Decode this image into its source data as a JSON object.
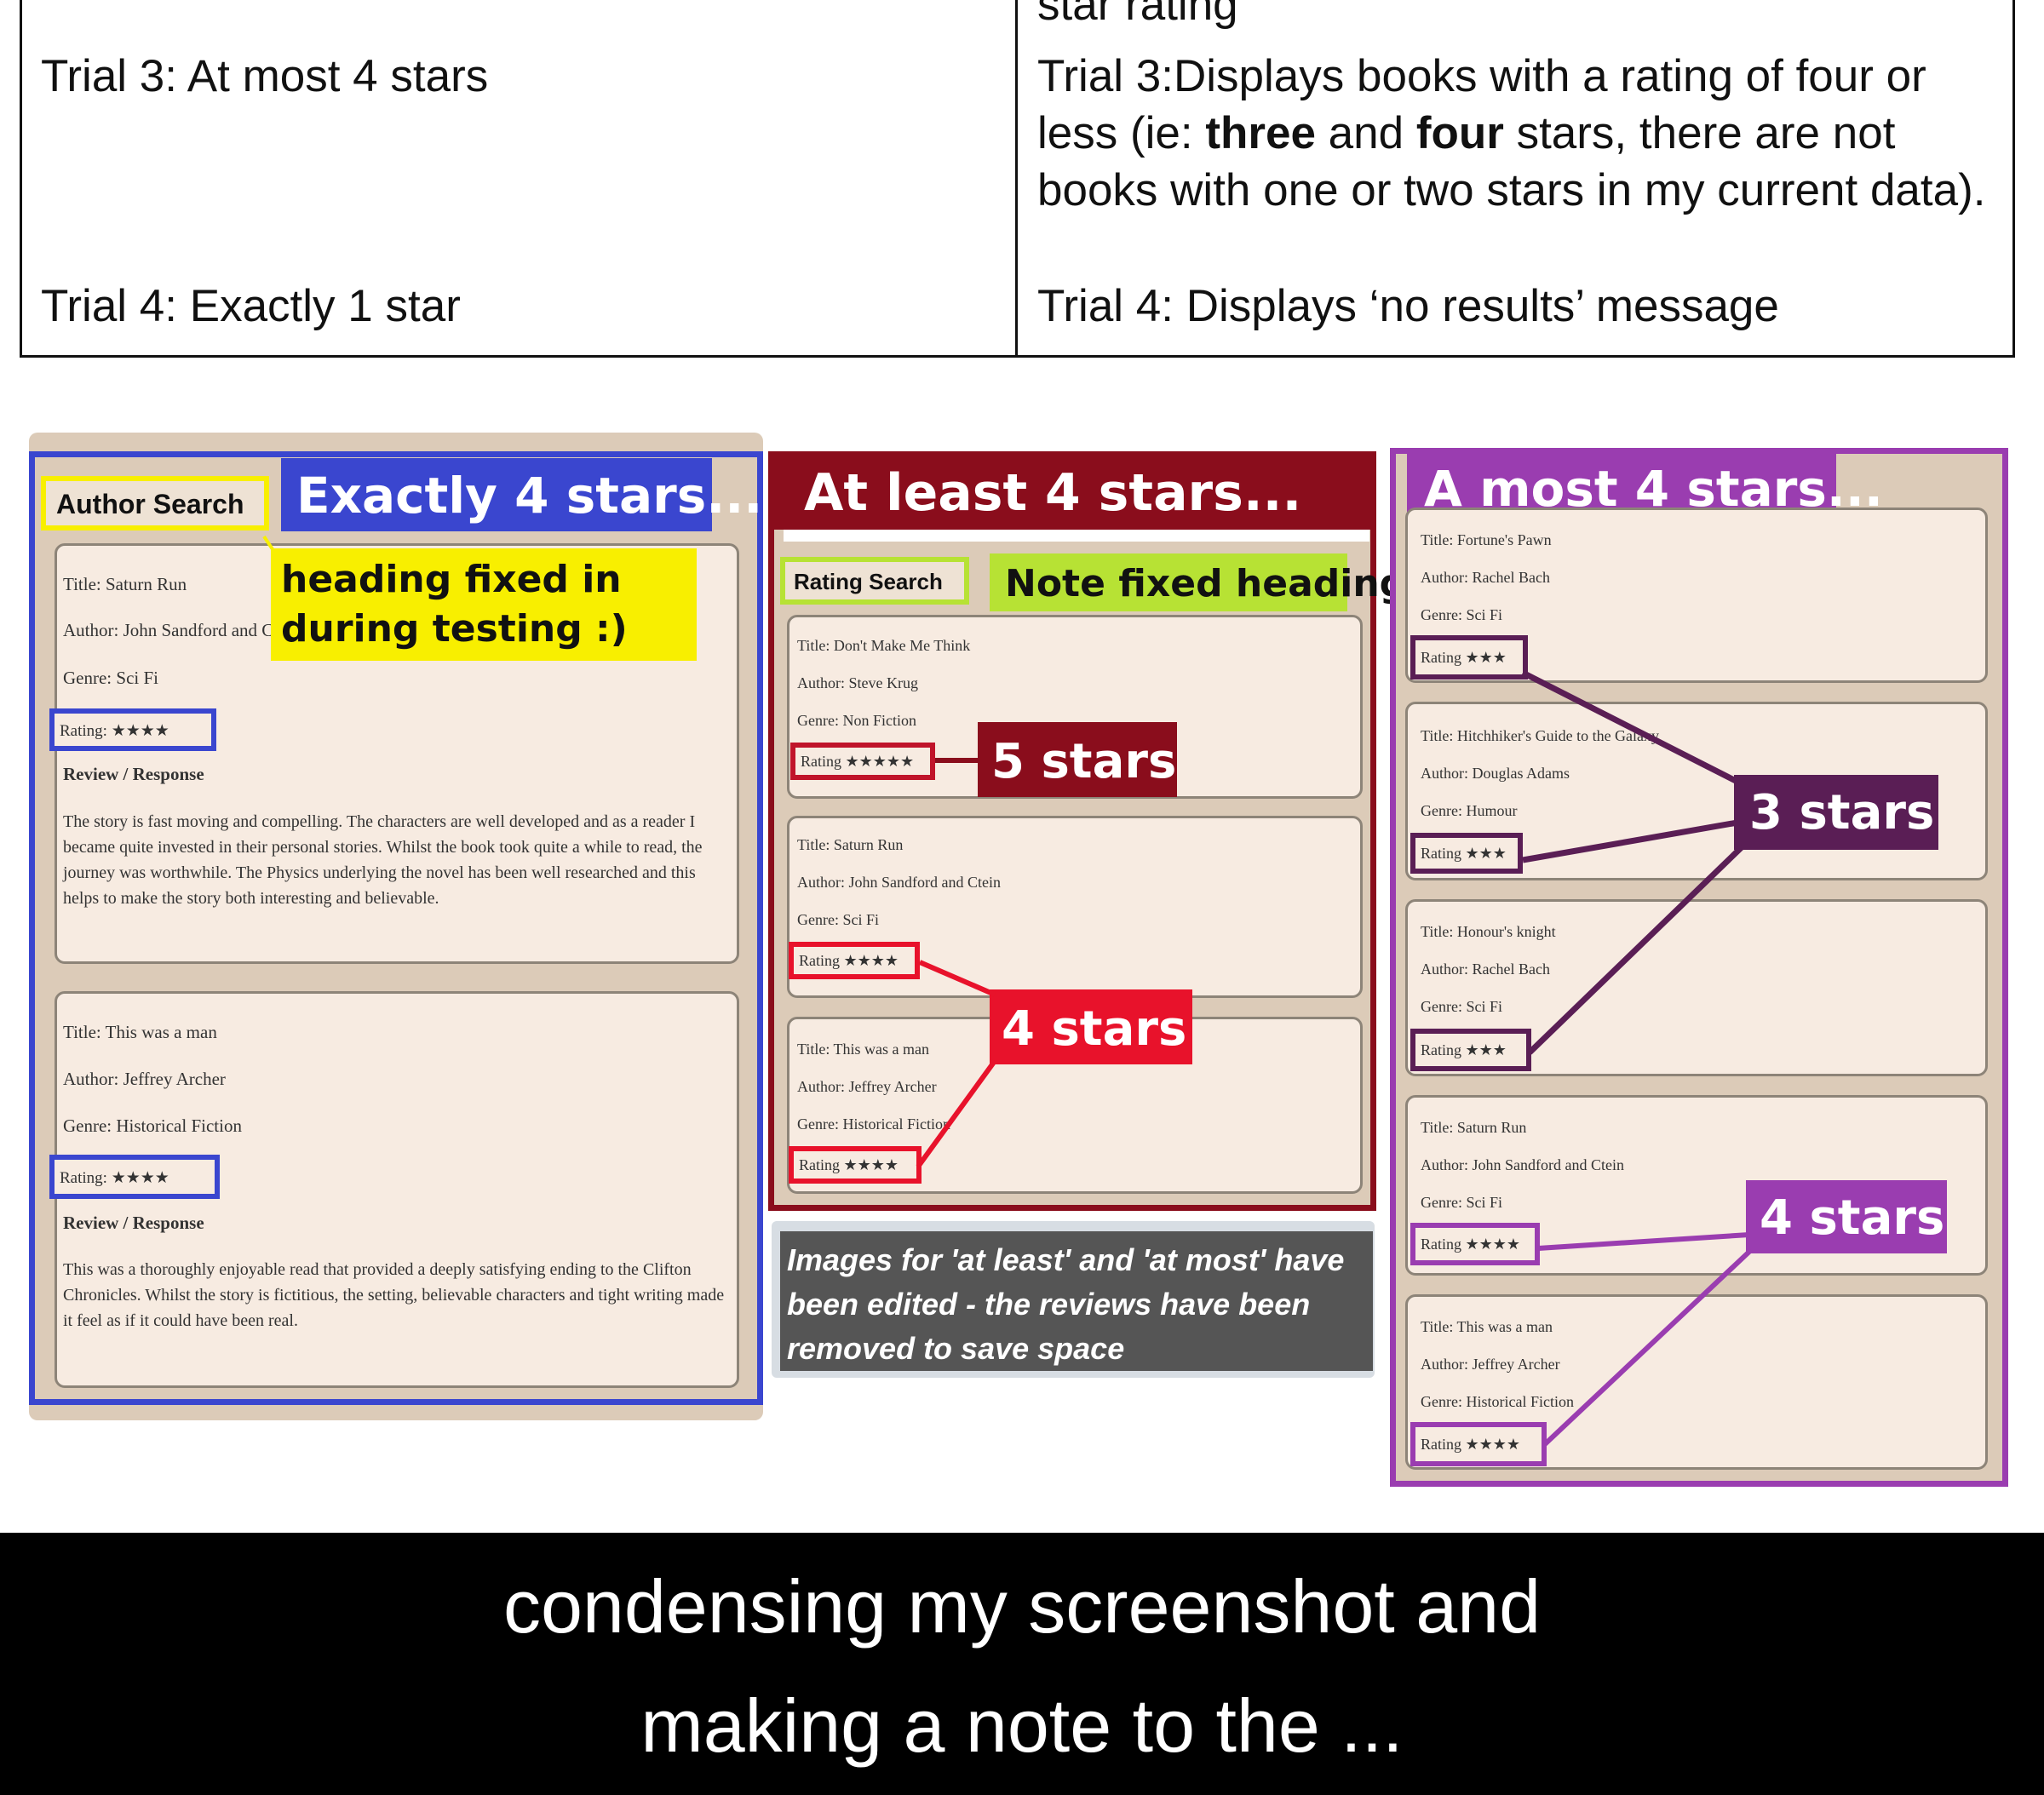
{
  "table": {
    "right_top_line": "star rating",
    "trial3_left": "Trial 3: At most 4 stars",
    "trial3_right_parts": [
      "Trial 3:Displays books with a rating of four or less (ie: ",
      "three",
      " and ",
      "four",
      " stars, there are not books with one or two stars in my current data)."
    ],
    "trial4_left": "Trial 4: Exactly 1 star",
    "trial4_right": "Trial 4: Displays ‘no results’ message"
  },
  "panel1": {
    "search_heading": "Author Search",
    "banner": "Exactly 4 stars...",
    "note": "heading fixed in during testing :)",
    "cards": [
      {
        "title": "Title: Saturn Run",
        "author": "Author: John Sandford and Ctein",
        "genre": "Genre: Sci Fi",
        "rating": "Rating: ★★★★",
        "review_label": "Review / Response",
        "review": "The story is fast moving and compelling. The characters are well developed and as a reader I became quite invested in their personal stories. Whilst the book took quite a while to read, the journey was worthwhile. The Physics underlying the novel has been well researched and this helps to make the story both interesting and believable."
      },
      {
        "title": "Title: This was a man",
        "author": "Author: Jeffrey Archer",
        "genre": "Genre: Historical Fiction",
        "rating": "Rating: ★★★★",
        "review_label": "Review / Response",
        "review": "This was a thoroughly enjoyable read that provided a deeply satisfying ending to the Clifton Chronicles. Whilst the story is fictitious, the setting, believable characters and tight writing made it feel as if it could have been real."
      }
    ]
  },
  "panel2": {
    "banner": "At least 4 stars...",
    "search_heading": "Rating Search",
    "note": "Note fixed heading",
    "label_5": "5 stars",
    "label_4": "4 stars",
    "cards": [
      {
        "title": "Title: Don't Make Me Think",
        "author": "Author: Steve Krug",
        "genre": "Genre: Non Fiction",
        "rating": "Rating ★★★★★"
      },
      {
        "title": "Title: Saturn Run",
        "author": "Author: John Sandford and Ctein",
        "genre": "Genre: Sci Fi",
        "rating": "Rating ★★★★"
      },
      {
        "title": "Title: This was a man",
        "author": "Author: Jeffrey Archer",
        "genre": "Genre: Historical Fiction",
        "rating": "Rating ★★★★"
      }
    ],
    "edit_note": "Images for 'at least' and 'at most' have been edited - the reviews have been removed to save space"
  },
  "panel3": {
    "banner": "A most 4 stars...",
    "label_3": "3 stars",
    "label_4": "4 stars",
    "cards": [
      {
        "title": "Title: Fortune's Pawn",
        "author": "Author: Rachel Bach",
        "genre": "Genre: Sci Fi",
        "rating": "Rating ★★★"
      },
      {
        "title": "Title: Hitchhiker's Guide to the Galaxy",
        "author": "Author: Douglas Adams",
        "genre": "Genre: Humour",
        "rating": "Rating ★★★"
      },
      {
        "title": "Title: Honour's knight",
        "author": "Author: Rachel Bach",
        "genre": "Genre: Sci Fi",
        "rating": "Rating ★★★"
      },
      {
        "title": "Title: Saturn Run",
        "author": "Author: John Sandford and Ctein",
        "genre": "Genre: Sci Fi",
        "rating": "Rating ★★★★"
      },
      {
        "title": "Title: This was a man",
        "author": "Author: Jeffrey Archer",
        "genre": "Genre: Historical Fiction",
        "rating": "Rating ★★★★"
      }
    ]
  },
  "subtitle": {
    "line1": "condensing my screenshot and",
    "line2": "making a note to the ..."
  },
  "colors": {
    "blue": "#3a46cf",
    "yellow": "#f8ef00",
    "maroon": "#8a0d1c",
    "red": "#e8122b",
    "green": "#b7e234",
    "purple": "#9a3db0",
    "dark_purple": "#5a1e55",
    "panel_bg": "#dccbb8",
    "card_bg": "#f7ebe1"
  }
}
